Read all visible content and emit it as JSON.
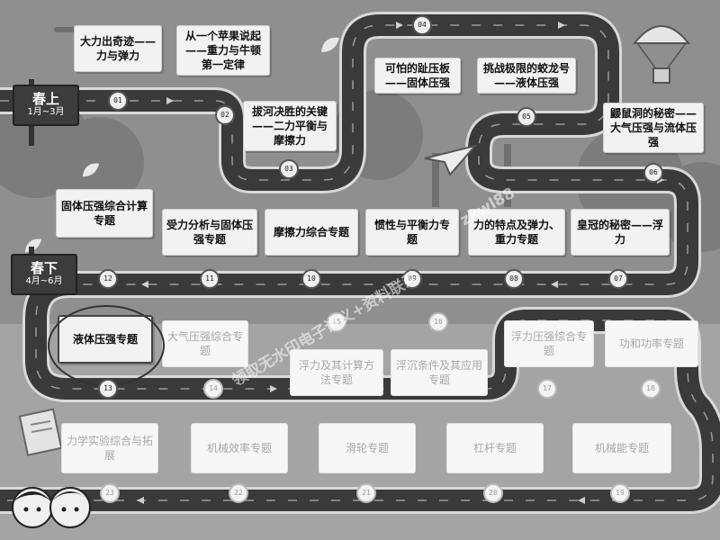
{
  "signs": [
    {
      "title": "春上",
      "sub": "1月~3月"
    },
    {
      "title": "春下",
      "sub": "4月~6月"
    }
  ],
  "stages": [
    {
      "num": "01",
      "label": "大力出奇迹——力与弹力"
    },
    {
      "num": "02",
      "label": "从一个苹果说起——重力与牛顿第一定律"
    },
    {
      "num": "03",
      "label": "拔河决胜的关键——二力平衡与摩擦力"
    },
    {
      "num": "04",
      "label": "可怕的趾压板——固体压强"
    },
    {
      "num": "05",
      "label": "挑战极限的蛟龙号——液体压强"
    },
    {
      "num": "06",
      "label": "鼹鼠洞的秘密——大气压强与流体压强"
    },
    {
      "num": "07",
      "label": "皇冠的秘密——浮力"
    },
    {
      "num": "08",
      "label": "力的特点及弹力、重力专题"
    },
    {
      "num": "09",
      "label": "惯性与平衡力专题"
    },
    {
      "num": "10",
      "label": "摩擦力综合专题"
    },
    {
      "num": "11",
      "label": "受力分析与固体压强专题"
    },
    {
      "num": "12",
      "label": "固体压强综合计算专题"
    },
    {
      "num": "13",
      "label": "液体压强专题"
    },
    {
      "num": "14",
      "label": "大气压强综合专题"
    },
    {
      "num": "15",
      "label": "浮力及其计算方法专题"
    },
    {
      "num": "16",
      "label": "浮沉条件及其应用专题"
    },
    {
      "num": "17",
      "label": "浮力压强综合专题"
    },
    {
      "num": "18",
      "label": "功和功率专题"
    },
    {
      "num": "19",
      "label": "机械能专题"
    },
    {
      "num": "20",
      "label": "杠杆专题"
    },
    {
      "num": "21",
      "label": "滑轮专题"
    },
    {
      "num": "22",
      "label": "机械效率专题"
    },
    {
      "num": "23",
      "label": "力学实验综合与拓展"
    }
  ],
  "watermark": [
    "领取无水印电子讲义+资料联系",
    "zkwl88"
  ],
  "colors": {
    "road": "#3a3a3a",
    "road_edge": "#d9d9d9",
    "background": "#8e8e8e"
  }
}
